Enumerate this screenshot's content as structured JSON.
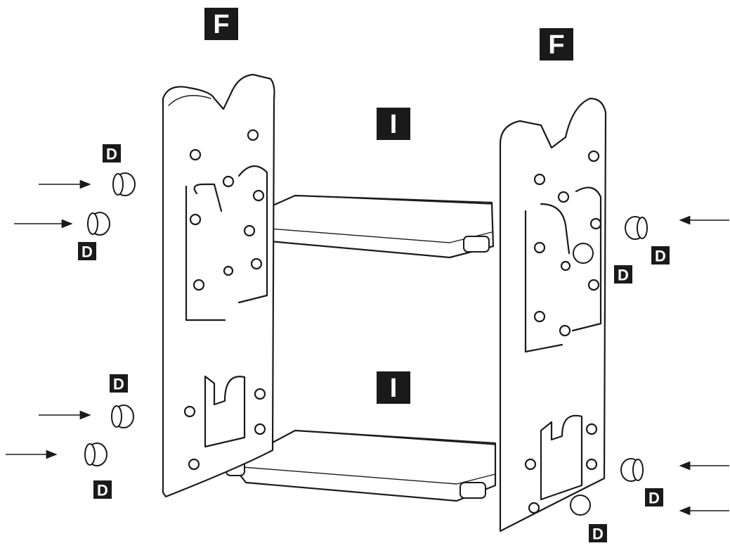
{
  "labels": {
    "frame_left": "F",
    "frame_right": "F",
    "shelf_top": "I",
    "shelf_bottom": "I",
    "knob_left_1": "D",
    "knob_left_2": "D",
    "knob_left_3": "D",
    "knob_left_4": "D",
    "knob_right_1": "D",
    "knob_right_2": "D",
    "knob_right_3": "D",
    "knob_right_4": "D"
  },
  "colors": {
    "ink": "#1a1a1a",
    "background": "#ffffff"
  }
}
